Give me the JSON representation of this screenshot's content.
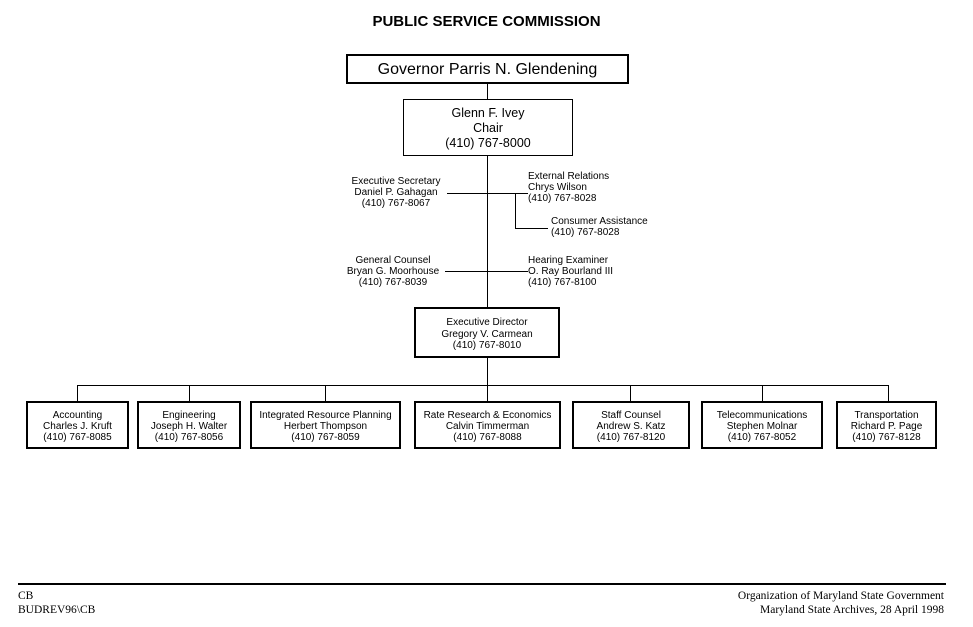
{
  "title": "PUBLIC SERVICE COMMISSION",
  "governor": "Governor Parris N. Glendening",
  "chair": {
    "name": "Glenn F. Ivey",
    "role": "Chair",
    "phone": "(410) 767-8000"
  },
  "staff": {
    "executive_secretary": {
      "role": "Executive Secretary",
      "name": "Daniel P. Gahagan",
      "phone": "(410) 767-8067"
    },
    "external_relations": {
      "role": "External Relations",
      "name": "Chrys Wilson",
      "phone": "(410) 767-8028"
    },
    "consumer_assistance": {
      "role": "Consumer Assistance",
      "phone": "(410) 767-8028"
    },
    "general_counsel": {
      "role": "General Counsel",
      "name": "Bryan G. Moorhouse",
      "phone": "(410) 767-8039"
    },
    "hearing_examiner": {
      "role": "Hearing Examiner",
      "name": "O. Ray Bourland III",
      "phone": "(410) 767-8100"
    }
  },
  "executive_director": {
    "role": "Executive Director",
    "name": "Gregory V. Carmean",
    "phone": "(410) 767-8010"
  },
  "units": [
    {
      "role": "Accounting",
      "name": "Charles J. Kruft",
      "phone": "(410) 767-8085"
    },
    {
      "role": "Engineering",
      "name": "Joseph H. Walter",
      "phone": "(410) 767-8056"
    },
    {
      "role": "Integrated Resource Planning",
      "name": "Herbert Thompson",
      "phone": "(410) 767-8059"
    },
    {
      "role": "Rate Research & Economics",
      "name": "Calvin Timmerman",
      "phone": "(410) 767-8088"
    },
    {
      "role": "Staff Counsel",
      "name": "Andrew S. Katz",
      "phone": "(410) 767-8120"
    },
    {
      "role": "Telecommunications",
      "name": "Stephen Molnar",
      "phone": "(410) 767-8052"
    },
    {
      "role": "Transportation",
      "name": "Richard P. Page",
      "phone": "(410) 767-8128"
    }
  ],
  "footer": {
    "left_line1": "CB",
    "left_line2": "BUDREV96\\CB",
    "right_line1": "Organization of Maryland State Government",
    "right_line2": "Maryland State Archives, 28 April 1998"
  }
}
